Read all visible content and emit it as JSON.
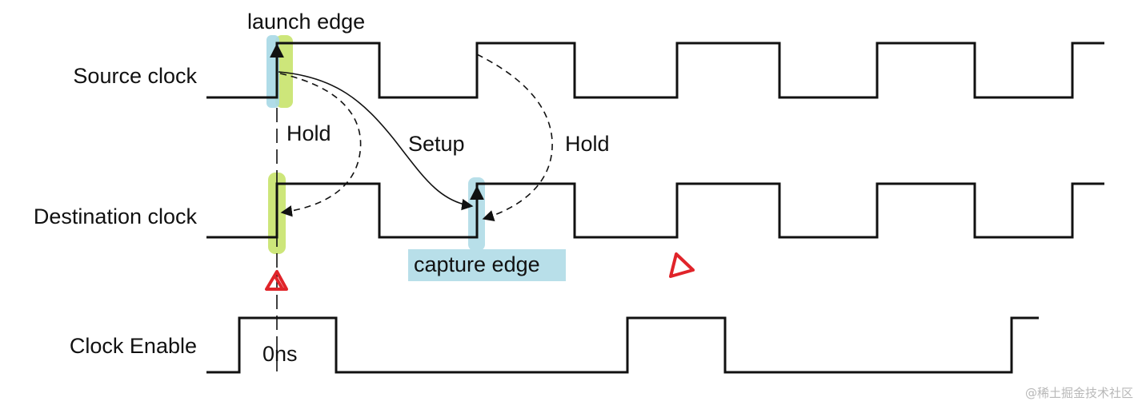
{
  "rows": {
    "source": "Source clock",
    "destination": "Destination clock",
    "enable": "Clock Enable"
  },
  "annotations": {
    "launch_edge": "launch edge",
    "capture_edge": "capture edge",
    "hold_left": "Hold",
    "setup": "Setup",
    "hold_right": "Hold",
    "zero": "0ns"
  },
  "watermark": "@稀土掘金技术社区",
  "colors": {
    "launch_highlight_green": "#cde67a",
    "launch_highlight_blue": "#a7d8e6",
    "capture_highlight_blue": "#b8dfe9",
    "marker_red": "#e0242a",
    "line": "#111111"
  }
}
